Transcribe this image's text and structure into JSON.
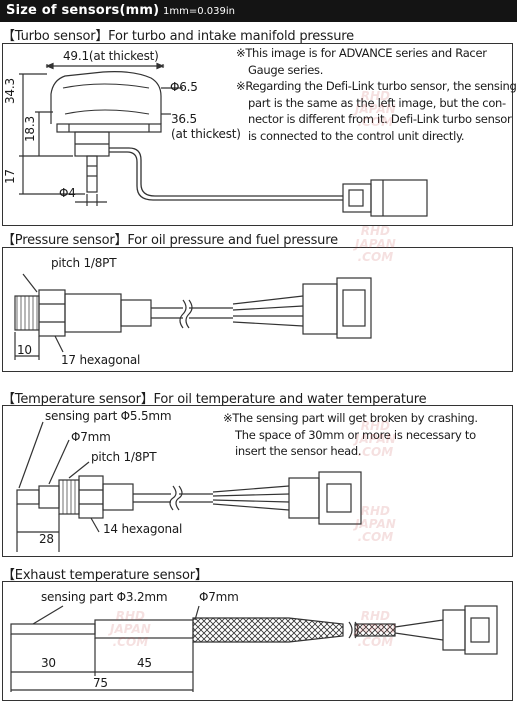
{
  "header": {
    "title": "Size of sensors(mm)",
    "conversion": "1mm=0.039in"
  },
  "colors": {
    "header_bg": "#141414",
    "line": "#333333",
    "watermark": "#be3c3c"
  },
  "watermark": {
    "line1": "RHD",
    "line2": "JAPAN",
    "line3": ".COM"
  },
  "turbo": {
    "title": "【Turbo sensor】For turbo and intake manifold pressure",
    "dim_width": "49.1(at thickest)",
    "dim_diameter": "Φ6.5",
    "dim_height_total": "34.3",
    "dim_height_body": "18.3",
    "dim_depth": "36.5",
    "dim_depth_note": "(at thickest)",
    "dim_stem": "17",
    "dim_stem_dia": "Φ4",
    "notes": [
      "※This image is for ADVANCE series and Racer",
      "Gauge series.",
      "※Regarding the Defi-Link turbo sensor, the sensing",
      "part is the same as the left image, but the con-",
      "nector is different from it.  Defi-Link turbo sensor",
      "is connected to the control unit directly."
    ]
  },
  "pressure": {
    "title": "【Pressure sensor】For oil pressure and fuel pressure",
    "pitch": "pitch 1/8PT",
    "dim_length": "10",
    "hexagonal": "17 hexagonal"
  },
  "temperature": {
    "title": "【Temperature sensor】For oil temperature and water temperature",
    "sensing_part": "sensing part Φ5.5mm",
    "diameter": "Φ7mm",
    "pitch": "pitch 1/8PT",
    "dim_length": "28",
    "hexagonal": "14 hexagonal",
    "notes": [
      "※The sensing part will get broken by crashing.",
      "The space of 30mm or more is necessary to",
      "insert the sensor head."
    ]
  },
  "exhaust": {
    "title": "【Exhaust temperature sensor】",
    "sensing_part": "sensing part Φ3.2mm",
    "diameter": "Φ7mm",
    "dim_a": "30",
    "dim_b": "45",
    "dim_total": "75"
  }
}
